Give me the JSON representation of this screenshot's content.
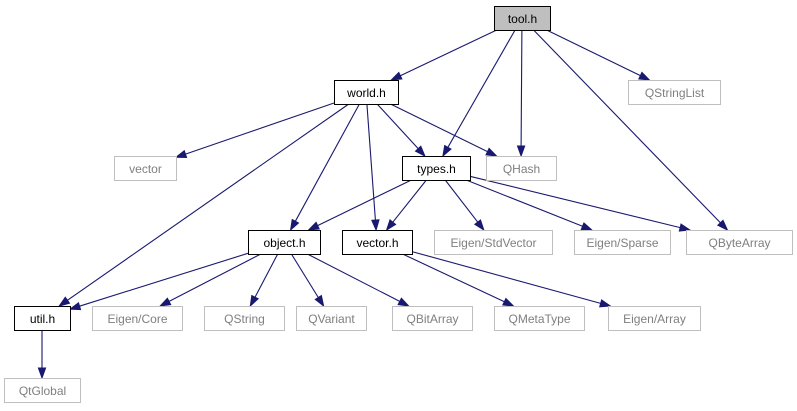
{
  "graph": {
    "nodes": [
      {
        "id": "tool_h",
        "label": "tool.h",
        "kind": "root"
      },
      {
        "id": "world_h",
        "label": "world.h",
        "kind": "internal"
      },
      {
        "id": "qstringlist",
        "label": "QStringList",
        "kind": "external"
      },
      {
        "id": "vector",
        "label": "vector",
        "kind": "external"
      },
      {
        "id": "types_h",
        "label": "types.h",
        "kind": "internal"
      },
      {
        "id": "qhash",
        "label": "QHash",
        "kind": "external"
      },
      {
        "id": "object_h",
        "label": "object.h",
        "kind": "internal"
      },
      {
        "id": "vector_h",
        "label": "vector.h",
        "kind": "internal"
      },
      {
        "id": "eigen_stdvector",
        "label": "Eigen/StdVector",
        "kind": "external"
      },
      {
        "id": "eigen_sparse",
        "label": "Eigen/Sparse",
        "kind": "external"
      },
      {
        "id": "qbytearray",
        "label": "QByteArray",
        "kind": "external"
      },
      {
        "id": "util_h",
        "label": "util.h",
        "kind": "internal"
      },
      {
        "id": "eigen_core",
        "label": "Eigen/Core",
        "kind": "external"
      },
      {
        "id": "qstring",
        "label": "QString",
        "kind": "external"
      },
      {
        "id": "qvariant",
        "label": "QVariant",
        "kind": "external"
      },
      {
        "id": "qbitarray",
        "label": "QBitArray",
        "kind": "external"
      },
      {
        "id": "qmetatype",
        "label": "QMetaType",
        "kind": "external"
      },
      {
        "id": "eigen_array",
        "label": "Eigen/Array",
        "kind": "external"
      },
      {
        "id": "qtglobal",
        "label": "QtGlobal",
        "kind": "external"
      }
    ],
    "edges": [
      {
        "from": "tool_h",
        "to": "world_h"
      },
      {
        "from": "tool_h",
        "to": "types_h"
      },
      {
        "from": "tool_h",
        "to": "qhash"
      },
      {
        "from": "tool_h",
        "to": "qstringlist"
      },
      {
        "from": "tool_h",
        "to": "qbytearray"
      },
      {
        "from": "world_h",
        "to": "vector"
      },
      {
        "from": "world_h",
        "to": "types_h"
      },
      {
        "from": "world_h",
        "to": "qhash"
      },
      {
        "from": "world_h",
        "to": "object_h"
      },
      {
        "from": "world_h",
        "to": "vector_h"
      },
      {
        "from": "world_h",
        "to": "util_h"
      },
      {
        "from": "types_h",
        "to": "object_h"
      },
      {
        "from": "types_h",
        "to": "vector_h"
      },
      {
        "from": "types_h",
        "to": "eigen_stdvector"
      },
      {
        "from": "types_h",
        "to": "eigen_sparse"
      },
      {
        "from": "types_h",
        "to": "qbytearray"
      },
      {
        "from": "object_h",
        "to": "util_h"
      },
      {
        "from": "object_h",
        "to": "eigen_core"
      },
      {
        "from": "object_h",
        "to": "qstring"
      },
      {
        "from": "object_h",
        "to": "qvariant"
      },
      {
        "from": "object_h",
        "to": "qbitarray"
      },
      {
        "from": "vector_h",
        "to": "qmetatype"
      },
      {
        "from": "vector_h",
        "to": "eigen_array"
      },
      {
        "from": "util_h",
        "to": "qtglobal"
      }
    ]
  },
  "colors": {
    "edge": "#191970",
    "root_fill": "#bfbfbf",
    "internal_border": "#000000",
    "external_border": "#bfbfbf",
    "external_text": "#7f7f7f"
  }
}
